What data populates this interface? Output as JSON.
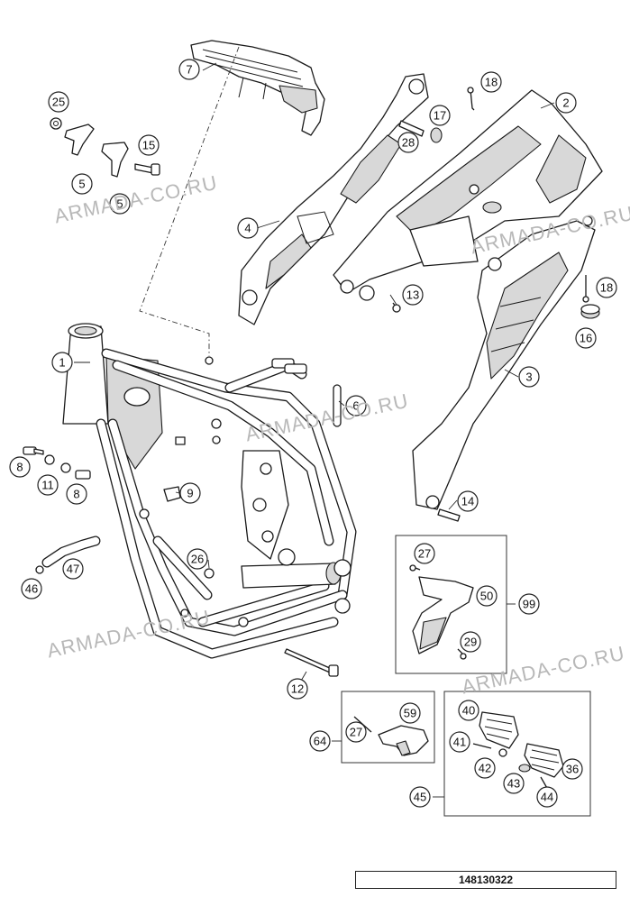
{
  "watermark_text": "ARMADA-CO.RU",
  "document_number": "148130322",
  "callouts": [
    "1",
    "2",
    "3",
    "4",
    "5",
    "5",
    "6",
    "7",
    "8",
    "8",
    "9",
    "11",
    "12",
    "13",
    "14",
    "15",
    "16",
    "17",
    "18",
    "18",
    "25",
    "26",
    "27",
    "27",
    "28",
    "29",
    "36",
    "40",
    "41",
    "42",
    "43",
    "44",
    "45",
    "46",
    "47",
    "50",
    "59",
    "64",
    "99"
  ],
  "colors": {
    "line": "#1a1a1a",
    "watermark": "#b8b8b8",
    "background": "#ffffff"
  }
}
